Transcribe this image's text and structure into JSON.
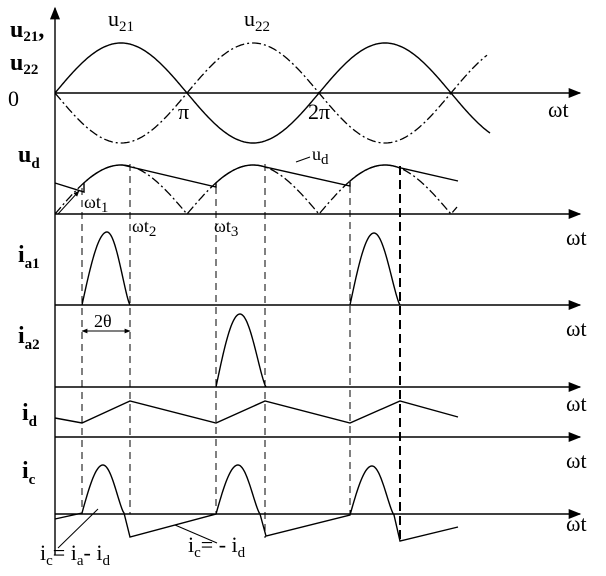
{
  "figure": {
    "y_labels": {
      "u_top_main": "u",
      "u_top_sub": "21",
      "u_bot_main": "u",
      "u_bot_sub": "22",
      "ud_main": "u",
      "ud_sub": "d",
      "ia1_main": "i",
      "ia1_sub": "a1",
      "ia2_main": "i",
      "ia2_sub": "a2",
      "id_main": "i",
      "id_sub": "d",
      "ic_main": "i",
      "ic_sub": "c"
    },
    "zero": "0",
    "omega_t": "ωt",
    "pi": "π",
    "two_pi": "2π",
    "curve_labels": {
      "u21_main": "u",
      "u21_sub": "21",
      "u22_main": "u",
      "u22_sub": "22",
      "ud_main": "u",
      "ud_sub": "d"
    },
    "times": {
      "t1_main": "ωt",
      "t1_sub": "1",
      "t2_main": "ωt",
      "t2_sub": "2",
      "t3_main": "ωt",
      "t3_sub": "3"
    },
    "two_theta": "2θ",
    "bottom_eq1": {
      "a": "i",
      "a_sub": "c",
      "eq": "= i",
      "b_sub": "a",
      "minus": "- i",
      "c_sub": "d"
    },
    "bottom_eq2": {
      "a": "i",
      "a_sub": "c",
      "eq": "= - i",
      "c_sub": "d"
    }
  }
}
